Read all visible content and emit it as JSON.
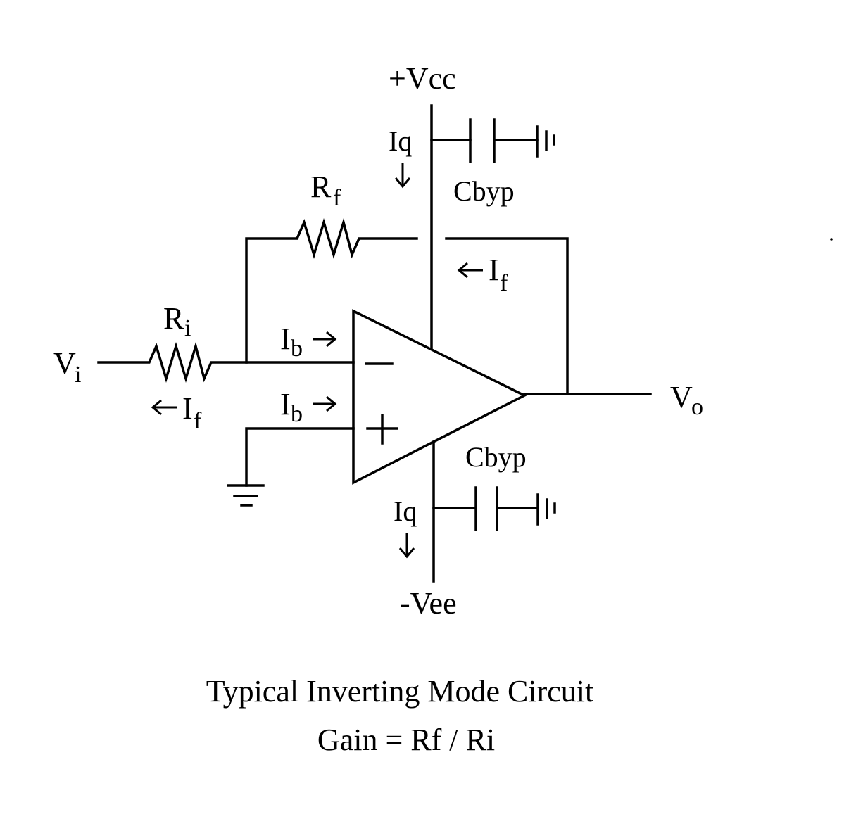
{
  "labels": {
    "vcc": "+Vcc",
    "vee": "-Vee",
    "iq_top": "Iq",
    "iq_bottom": "Iq",
    "cbyp_top": "Cbyp",
    "cbyp_bottom": "Cbyp",
    "rf_main": "R",
    "rf_sub": "f",
    "ri_main": "R",
    "ri_sub": "i",
    "vi_main": "V",
    "vi_sub": "i",
    "vo_main": "V",
    "vo_sub": "o",
    "if_top_main": "I",
    "if_top_sub": "f",
    "if_left_main": "I",
    "if_left_sub": "f",
    "ib_top_main": "I",
    "ib_top_sub": "b",
    "ib_bottom_main": "I",
    "ib_bottom_sub": "b",
    "minus_sign": "—",
    "plus_sign": "+"
  },
  "caption": {
    "title": "Typical Inverting Mode Circuit",
    "formula": "Gain = Rf / Ri"
  }
}
